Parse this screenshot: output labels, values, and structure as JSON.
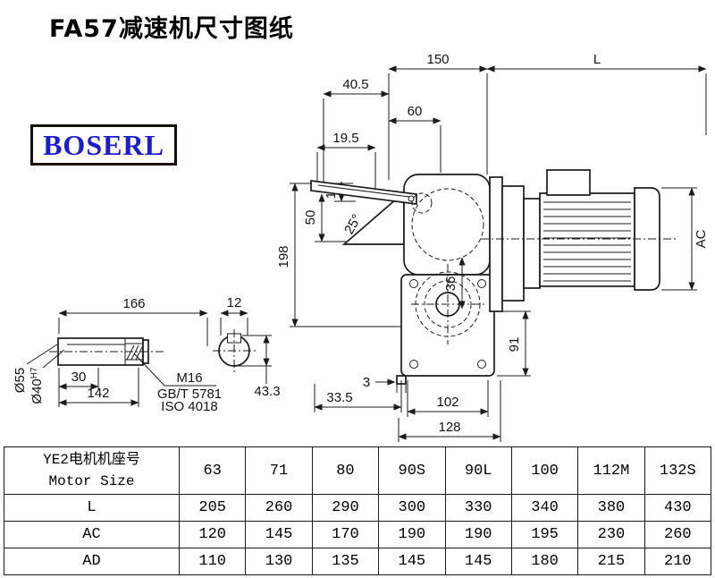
{
  "title": "FA57减速机尺寸图纸",
  "logo": "BOSERL",
  "drawing": {
    "dims": {
      "d150": "150",
      "dL": "L",
      "d40_5": "40.5",
      "d60": "60",
      "d19_5": "19.5",
      "d50": "50",
      "d14": "14",
      "d25": "25°",
      "d198": "198",
      "d36": "36",
      "d91": "91",
      "dAC": "AC",
      "d3": "3",
      "d33_5": "33.5",
      "d102": "102",
      "d128": "128",
      "d166": "166",
      "d12": "12",
      "d30": "30",
      "d142": "142",
      "d55": "Ø55",
      "d40": "Ø40",
      "d40_tol": "H7",
      "dM16": "M16",
      "dGB": "GB/T 5781",
      "dISO": "ISO 4018",
      "d43_3": "43.3"
    }
  },
  "table": {
    "motor_label_cn": "YE2电机机座号",
    "motor_label_en": "Motor Size",
    "sizes": [
      "63",
      "71",
      "80",
      "90S",
      "90L",
      "100",
      "112M",
      "132S"
    ],
    "rows": [
      {
        "label": "L",
        "values": [
          "205",
          "260",
          "290",
          "300",
          "330",
          "340",
          "380",
          "430"
        ]
      },
      {
        "label": "AC",
        "values": [
          "120",
          "145",
          "170",
          "190",
          "190",
          "195",
          "230",
          "260"
        ]
      },
      {
        "label": "AD",
        "values": [
          "110",
          "130",
          "135",
          "145",
          "145",
          "180",
          "215",
          "210"
        ]
      }
    ]
  }
}
